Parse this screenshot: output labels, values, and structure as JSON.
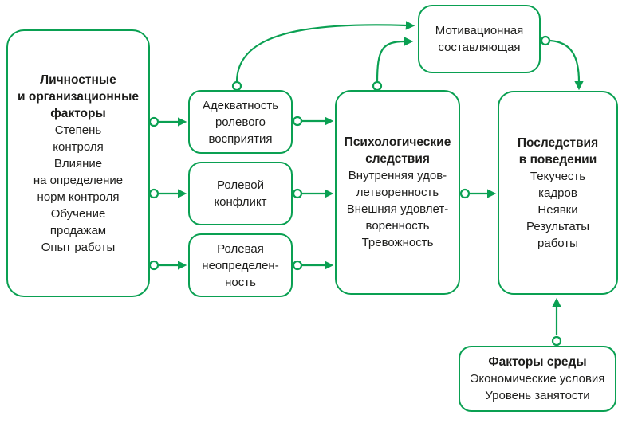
{
  "colors": {
    "accent": "#0aa052",
    "text": "#1d1d1b",
    "background": "#ffffff"
  },
  "diagram": {
    "personal_factors": {
      "title": "Личностные\nи организационные\nфакторы",
      "body": "Степень\nконтроля\nВлияние\nна определение\nнорм контроля\nОбучение\nпродажам\nОпыт работы"
    },
    "role_perception": {
      "body": "Адекватность\nролевого\nвосприятия"
    },
    "role_conflict": {
      "body": "Ролевой\nконфликт"
    },
    "role_ambiguity": {
      "body": "Ролевая\nнеопределен-\nность"
    },
    "motivation": {
      "body": "Мотивационная\nсоставляющая"
    },
    "psych_consequences": {
      "title": "Психологические\nследствия",
      "body": "Внутренняя удов-\nлетворенность\nВнешняя удовлет-\nворенность\nТревожность"
    },
    "behavior_consequences": {
      "title": "Последствия\nв поведении",
      "body": "Текучесть\nкадров\nНеявки\nРезультаты\nработы"
    },
    "environment_factors": {
      "title": "Факторы среды",
      "body": "Экономические условия\nУровень занятости"
    }
  }
}
